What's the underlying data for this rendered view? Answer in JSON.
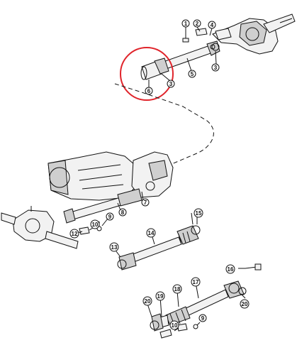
{
  "diagram": {
    "callouts": [
      {
        "id": "c1",
        "label": "1"
      },
      {
        "id": "c2",
        "label": "2"
      },
      {
        "id": "c3a",
        "label": "3"
      },
      {
        "id": "c3b",
        "label": "3"
      },
      {
        "id": "c4",
        "label": "4"
      },
      {
        "id": "c5",
        "label": "5"
      },
      {
        "id": "c6",
        "label": "6"
      },
      {
        "id": "c7",
        "label": "7"
      },
      {
        "id": "c8",
        "label": "8"
      },
      {
        "id": "c9a",
        "label": "9"
      },
      {
        "id": "c9b",
        "label": "9"
      },
      {
        "id": "c10a",
        "label": "10"
      },
      {
        "id": "c10b",
        "label": "10"
      },
      {
        "id": "c12",
        "label": "12"
      },
      {
        "id": "c13",
        "label": "13"
      },
      {
        "id": "c14",
        "label": "14"
      },
      {
        "id": "c15",
        "label": "15"
      },
      {
        "id": "c16",
        "label": "16"
      },
      {
        "id": "c17",
        "label": "17"
      },
      {
        "id": "c18",
        "label": "18"
      },
      {
        "id": "c19",
        "label": "19"
      },
      {
        "id": "c20a",
        "label": "20"
      },
      {
        "id": "c20b",
        "label": "20"
      }
    ],
    "highlight_color": "#e0242b",
    "line_color": "#111111"
  }
}
